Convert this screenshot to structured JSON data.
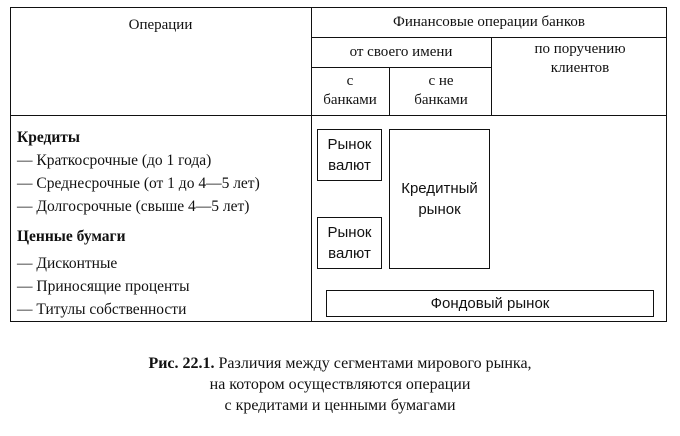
{
  "table": {
    "header_operations": "Операции",
    "header_bank_ops": "Финансовые операции банков",
    "header_own_name": "от своего имени",
    "header_on_behalf": "по поручению клиентов",
    "header_with_banks": "с банками",
    "header_with_nonbanks": "с не банками"
  },
  "left": {
    "credits_title": "Кредиты",
    "credits": [
      "— Краткосрочные (до 1 года)",
      "— Среднесрочные (от 1 до 4—5 лет)",
      "— Долгосрочные (свыше 4—5 лет)"
    ],
    "securities_title": "Ценные бумаги",
    "securities": [
      "— Дисконтные",
      "— Приносящие проценты",
      "— Титулы собственности"
    ]
  },
  "boxes": {
    "fx_market_1": "Рынок валют",
    "fx_market_2": "Рынок валют",
    "credit_market": "Кредитный рынок",
    "stock_market": "Фондовый рынок"
  },
  "caption": {
    "label": "Рис. 22.1.",
    "line1": "Различия между сегментами мирового рынка,",
    "line2": "на котором осуществляются операции",
    "line3": "с кредитами и ценными бумагами"
  }
}
